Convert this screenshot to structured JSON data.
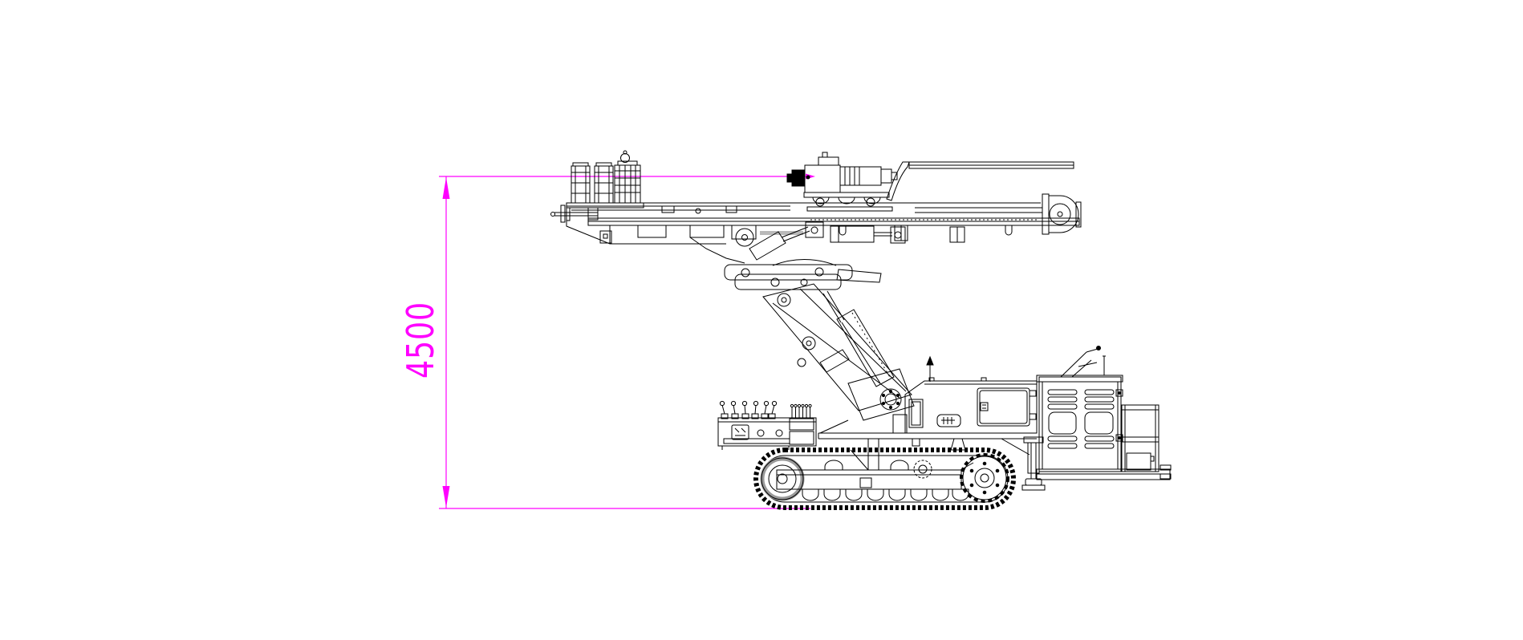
{
  "page": {
    "background_color": "#ffffff"
  },
  "drawing": {
    "title": "crawler drilling rig side elevation",
    "style": "black line CAD drawing on white",
    "line_color": "#000000",
    "shade_color": "#999999",
    "dimension": {
      "label": "4500",
      "color": "#ff00ff",
      "orientation": "vertical",
      "from": "ground line at track bottom",
      "to": "drill head spindle axis"
    },
    "parts": [
      "drill-rod-tip",
      "rod-clamp-tower-a",
      "rod-clamp-tower-b",
      "rod-breaker-clamp",
      "mast-feed-beam",
      "rotary-drill-head",
      "head-motor",
      "head-carriage",
      "mast-top-beam",
      "mast-end-pulley-housing",
      "rail-hangers",
      "mast-cradle",
      "tilt-cylinder",
      "swing-linkage",
      "pivot-bolt",
      "main-boom",
      "boom-lift-cylinder",
      "boom-foot",
      "foot-flange",
      "walkway-deck",
      "warning-staff",
      "cab-housing",
      "cab-door",
      "engine-housing",
      "engine-louvers",
      "engine-access-panels",
      "starter-handle",
      "antenna-rod",
      "rear-cabinet",
      "base-frame",
      "tow-hitch",
      "outrigger-jack",
      "crawler-track",
      "track-idler-wheel",
      "track-drive-sprocket",
      "track-frame",
      "road-wheels",
      "carrier-rollers",
      "control-valve-stand",
      "control-levers",
      "valve-bank",
      "gauge-panel"
    ]
  }
}
